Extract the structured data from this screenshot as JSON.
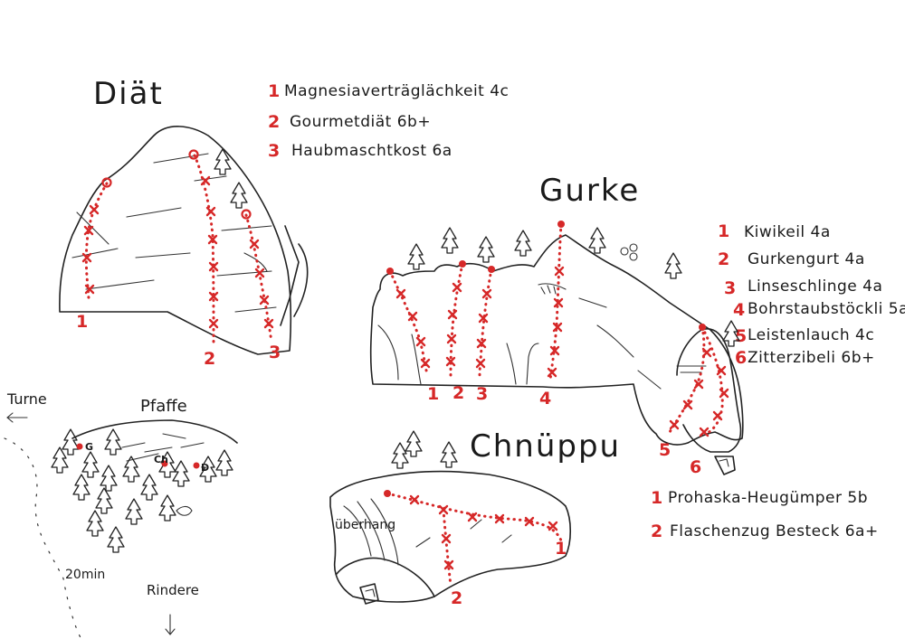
{
  "accent": "#d62828",
  "diaet": {
    "title": "Diät",
    "routes": [
      {
        "num": "1",
        "name": "Magnesiaverträglächkeit 4c"
      },
      {
        "num": "2",
        "name": "Gourmetdiät 6b+"
      },
      {
        "num": "3",
        "name": "Haubmaschtkost 6a"
      }
    ],
    "base_labels": [
      "1",
      "2",
      "3"
    ]
  },
  "gurke": {
    "title": "Gurke",
    "routes": [
      {
        "num": "1",
        "name": "Kiwikeil 4a"
      },
      {
        "num": "2",
        "name": "Gurkengurt 4a"
      },
      {
        "num": "3",
        "name": "Linseschlinge 4a"
      },
      {
        "num": "4",
        "name": "Bohrstaubstöckli 5a"
      },
      {
        "num": "5",
        "name": "Leistenlauch 4c"
      },
      {
        "num": "6",
        "name": "Zitterzibeli 6b+"
      }
    ],
    "base_labels": [
      "1",
      "2",
      "3",
      "4",
      "5",
      "6"
    ]
  },
  "chnuepu": {
    "title": "Chnüppu",
    "routes": [
      {
        "num": "1",
        "name": "Prohaska-Heugümper 5b"
      },
      {
        "num": "2",
        "name": "Flaschenzug Besteck 6a+"
      }
    ],
    "base_labels": [
      "1",
      "2"
    ],
    "overhang_label": "überhang"
  },
  "map": {
    "title": "Pfaffe",
    "label_turne": "Turne",
    "label_time": "20min",
    "label_rindere": "Rindere",
    "marker_g": "G",
    "marker_ch": "Ch",
    "marker_d": "D"
  }
}
